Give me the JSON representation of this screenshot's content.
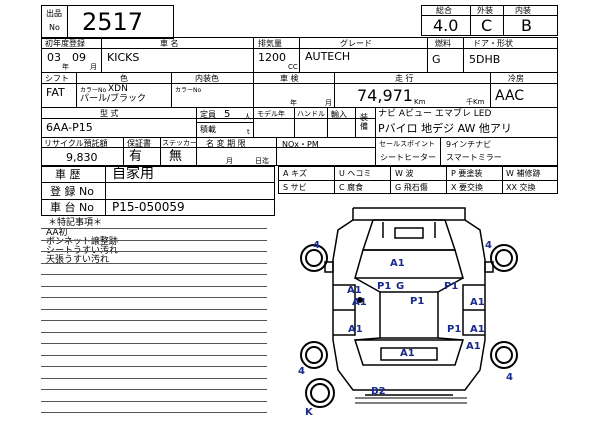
{
  "header": {
    "lot_label_top": "出品",
    "lot_label_bottom": "No",
    "lot_number": "2517",
    "grade_labels": [
      "総合",
      "外装",
      "内装"
    ],
    "grade_values": [
      "4.0",
      "C",
      "B"
    ]
  },
  "row1": {
    "labels": [
      "初年度登録",
      "車 名",
      "排気量",
      "グレード",
      "燃料",
      "ドア・形状"
    ],
    "year": "03",
    "year_unit": "年",
    "month": "09",
    "month_unit": "月",
    "model": "KICKS",
    "displacement": "1200",
    "cc": "CC",
    "grade": "AUTECH",
    "fuel": "G",
    "body": "5DHB"
  },
  "row2": {
    "labels": [
      "シフト",
      "色",
      "内装色",
      "車 検",
      "走 行",
      "冷房"
    ],
    "shift": "FAT",
    "color_no_label": "カラーNo",
    "color_no": "XDN",
    "color": "パール/ブラック",
    "int_color_no_label": "カラーNo",
    "inspect_year_unit": "年",
    "inspect_month_unit": "月",
    "mileage": "74,971",
    "km": "Km",
    "km_thousand": "千Km",
    "ac": "AAC"
  },
  "row3": {
    "type_label": "型 式",
    "type": "6AA-P15",
    "capacity_label": "定員",
    "capacity": "5",
    "capacity_unit": "人",
    "load_label": "積載",
    "load_unit": "t",
    "model_year_label": "モデル年",
    "handle_label": "ハンドル",
    "import_label": "輸入",
    "equip_label": "装備",
    "equip_line1": "ナビ Aビュー エマブレ LED",
    "equip_line2": "Pバイロ 地デジ AW 他アリ"
  },
  "row4": {
    "recycle_label": "リサイクル預託額",
    "recycle": "9,830",
    "warranty_label": "保証書",
    "warranty": "有",
    "sticker_label": "ステッカー",
    "sticker": "無",
    "name_change_label": "名 変 期 限",
    "month_unit": "月",
    "day_unit": "日迄",
    "nox_label": "NOx・PM",
    "sales_label": "セールスポイント",
    "sales_items": [
      "9インチナビ",
      "シートヒーター",
      "スマートミラー"
    ]
  },
  "history": {
    "history_label": "車 歴",
    "history": "自家用",
    "reg_label": "登 録 No",
    "chassis_label": "車 台 No",
    "chassis": "P15-050059"
  },
  "legend": [
    [
      "A キズ",
      "U ヘコミ",
      "W 波",
      "P 要塗装",
      "W 補修跡"
    ],
    [
      "S サビ",
      "C 腐食",
      "G 飛石傷",
      "X 要交換",
      "XX 交換"
    ]
  ],
  "notes": {
    "title": "＊特記事項＊",
    "lines": [
      "AA初",
      "ボンネット譲整跡",
      "シートうすい汚れ",
      "天張うすい汚れ"
    ]
  },
  "diagram_marks": [
    "4",
    "A1",
    "A1",
    "P1",
    "G",
    "P1",
    "P1",
    "A1",
    "A1",
    "A1",
    "P1",
    "A1",
    "A1",
    "A1",
    "4",
    "4",
    "4",
    "B2",
    "K"
  ]
}
